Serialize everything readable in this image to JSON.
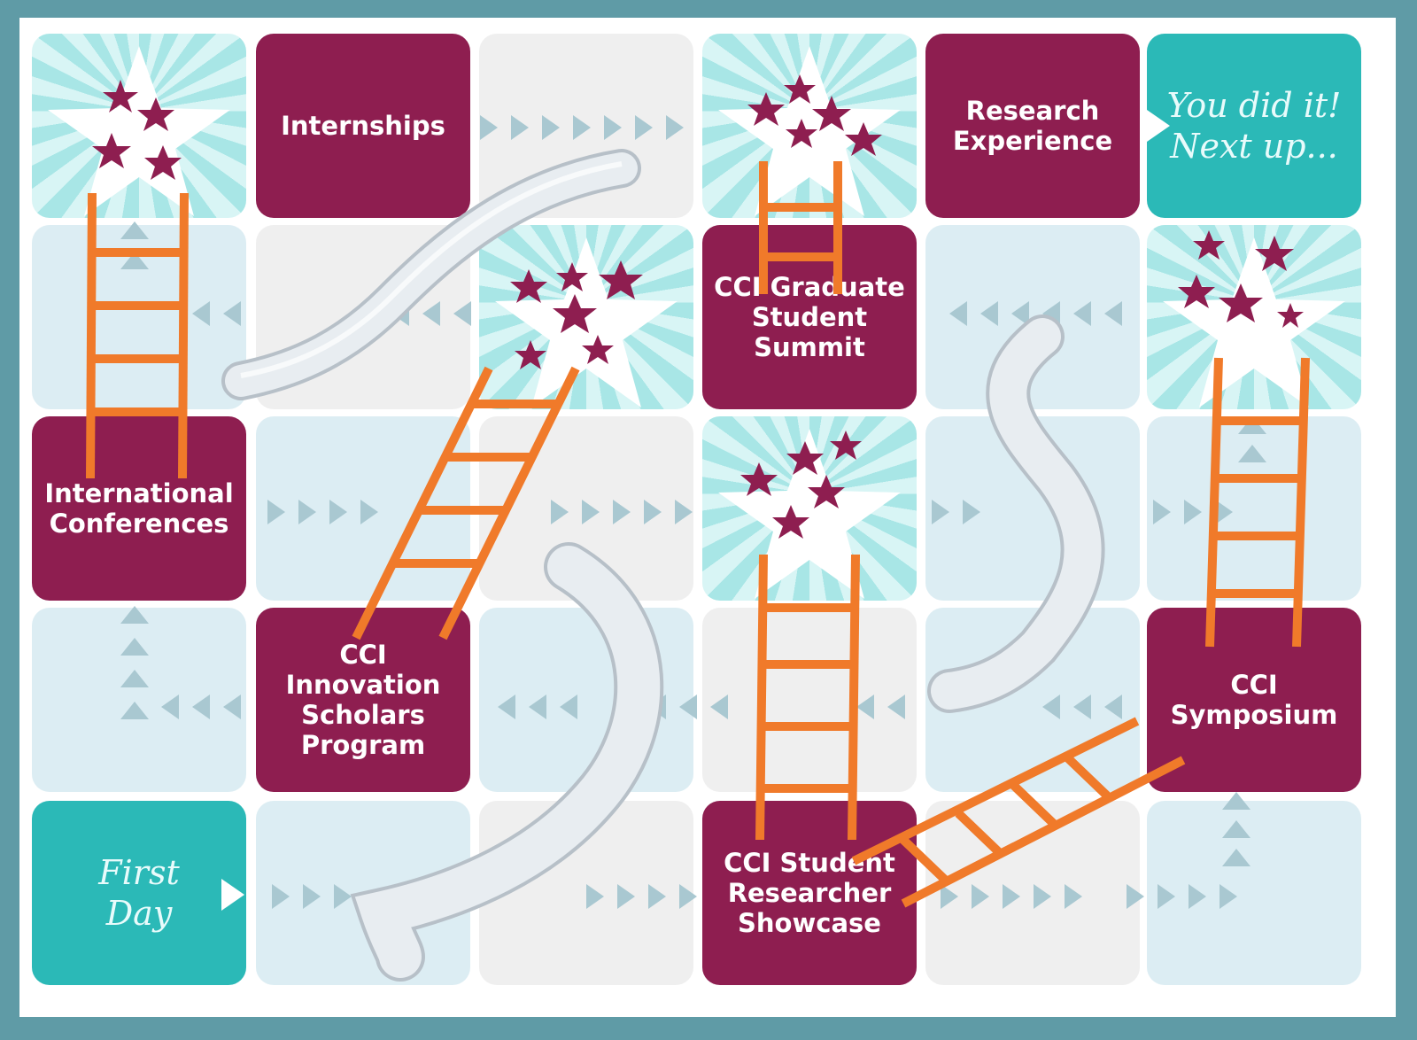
{
  "title": "",
  "board": {
    "start_label": "First\nDay",
    "finish_label": "You did it!\nNext up...",
    "tiles": [
      {
        "label": "Internships"
      },
      {
        "label": "Research\nExperience"
      },
      {
        "label": "CCI Graduate\nStudent\nSummit"
      },
      {
        "label": "International\nConferences"
      },
      {
        "label": "CCI\nInnovation\nScholars\nProgram"
      },
      {
        "label": "CCI\nSymposium"
      },
      {
        "label": "CCI Student\nResearcher\nShowcase"
      }
    ]
  },
  "colors": {
    "frame": "#5f9ba6",
    "maroon": "#8e1e50",
    "teal": "#2bb9b7",
    "light_tile": "#dcedf3",
    "gray_tile": "#efefef",
    "ladder": "#f07a2a",
    "slide": "#e2e7ec",
    "arrow": "#a9c8d1",
    "star_burst": "#a8e6e6"
  },
  "icons": [
    "star-icon",
    "ladder-icon",
    "slide-icon",
    "arrow-icon"
  ]
}
